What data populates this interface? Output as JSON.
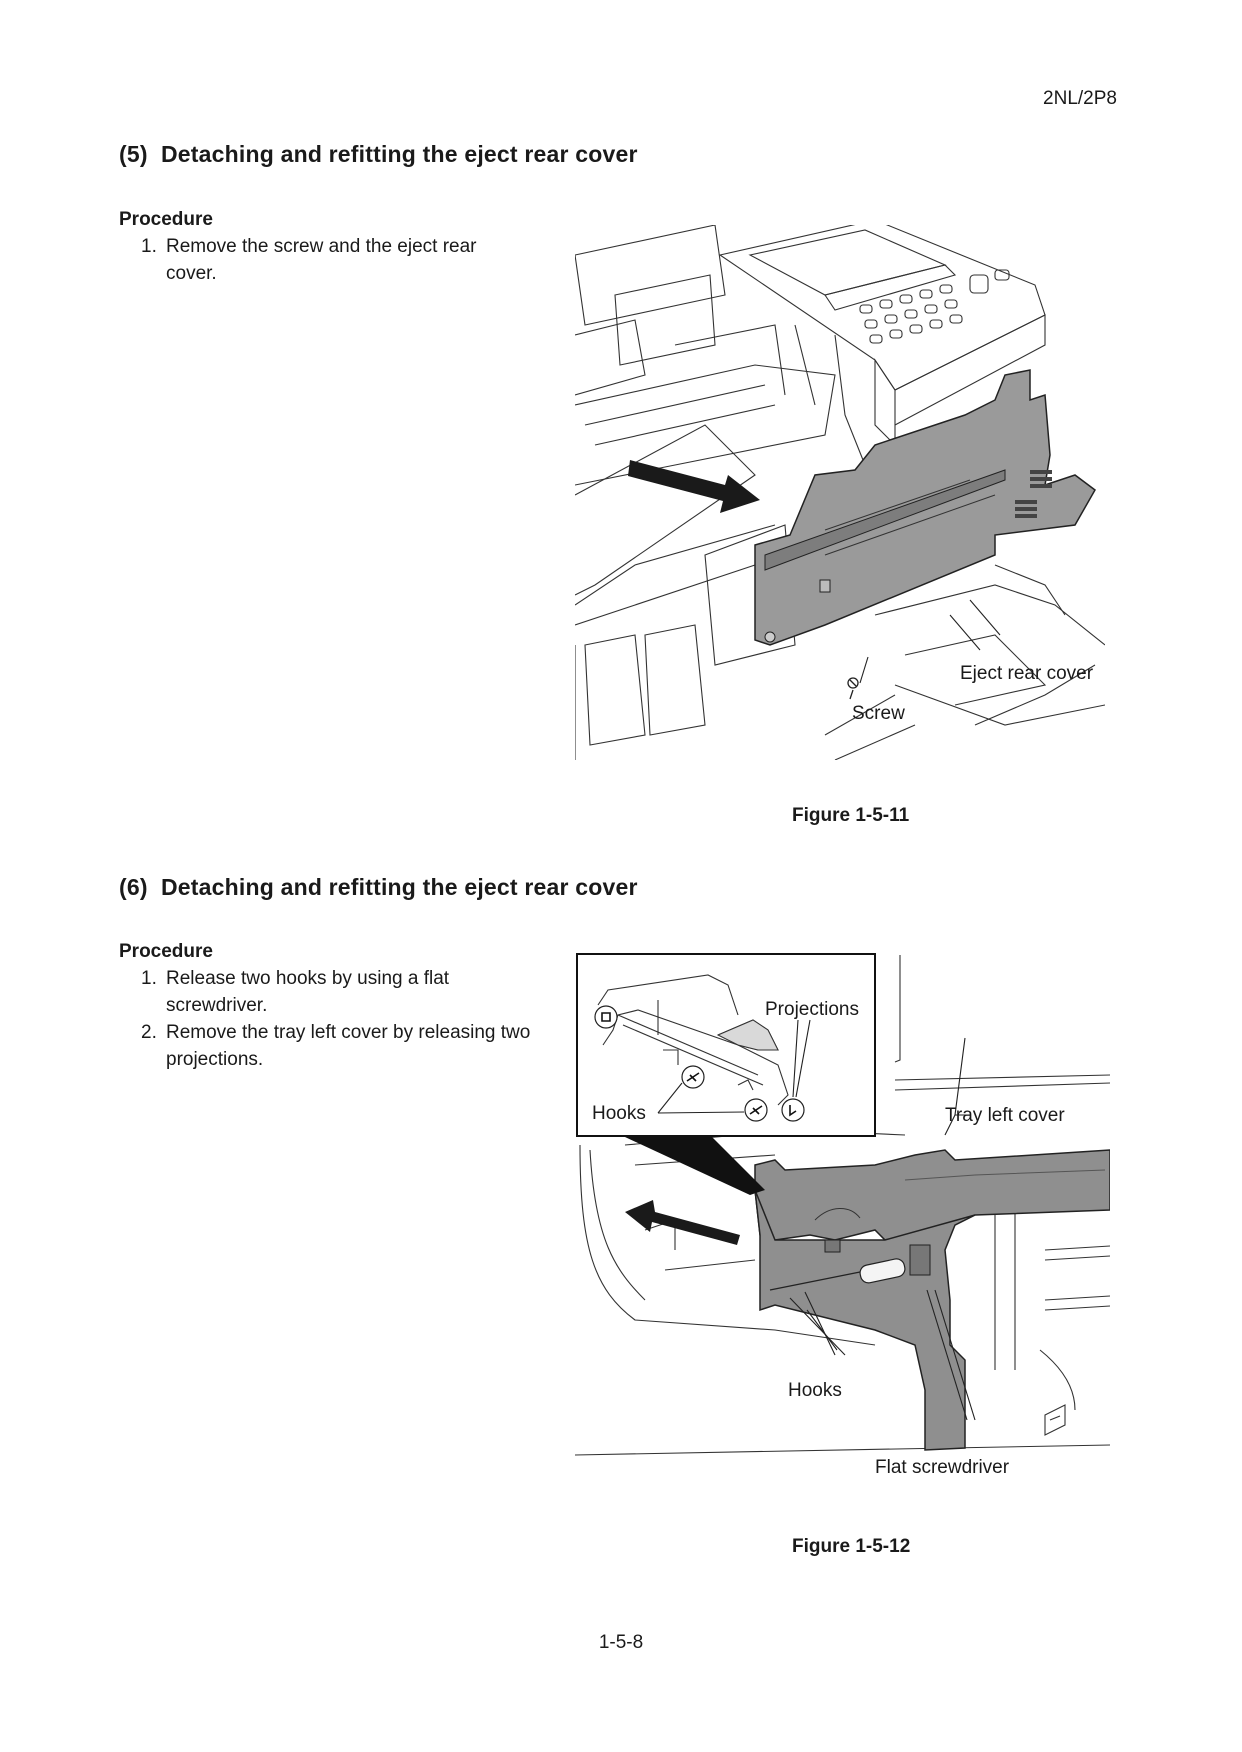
{
  "header": {
    "model": "2NL/2P8"
  },
  "sections": [
    {
      "number": "(5)",
      "title": "Detaching and refitting the eject rear cover",
      "procedure_label": "Procedure",
      "steps": [
        {
          "n": "1.",
          "text": "Remove the screw and the eject rear cover."
        }
      ],
      "figure": {
        "caption": "Figure 1-5-11",
        "labels": {
          "eject_rear_cover": "Eject rear cover",
          "screw": "Screw"
        }
      }
    },
    {
      "number": "(6)",
      "title": "Detaching and refitting the eject rear cover",
      "procedure_label": "Procedure",
      "steps": [
        {
          "n": "1.",
          "text": "Release two hooks by using a flat screwdriver."
        },
        {
          "n": "2.",
          "text": "Remove the tray left cover by releasing two projections."
        }
      ],
      "figure": {
        "caption": "Figure 1-5-12",
        "labels": {
          "projections": "Projections",
          "hooks_inset": "Hooks",
          "tray_left_cover": "Tray left cover",
          "hooks_main": "Hooks",
          "flat_screwdriver": "Flat screwdriver"
        }
      }
    }
  ],
  "footer": {
    "page_number": "1-5-8"
  }
}
